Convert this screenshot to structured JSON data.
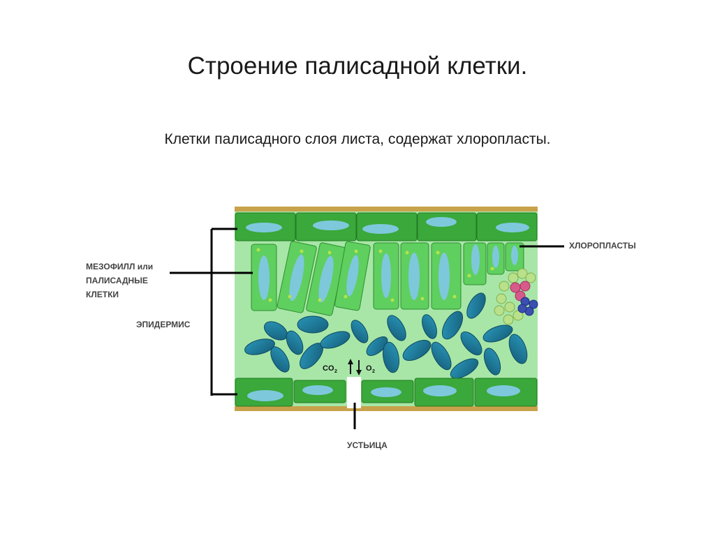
{
  "slide": {
    "title": "Строение палисадной клетки.",
    "subtitle": "Клетки палисадного слоя листа, содержат хлоропласты."
  },
  "diagram": {
    "labels": {
      "mesophyll_line1": "МЕЗОФИЛЛ или",
      "mesophyll_line2": "ПАЛИСАДНЫЕ",
      "mesophyll_line3": "КЛЕТКИ",
      "epidermis": "ЭПИДЕРМИС",
      "chloroplasts": "ХЛОРОПЛАСТЫ",
      "stoma": "УСТЬИЦА",
      "co2": "CO",
      "o2": "O",
      "subscript": "2"
    },
    "colors": {
      "cuticle": "#c8a24a",
      "epidermis_cell": "#3aa83a",
      "palisade_cell": "#5fcf5f",
      "vacuole": "#7ec8dc",
      "background_tissue": "#a8e6a8",
      "spongy_chloroplast": "#1f7fa0",
      "leader_line": "#000000"
    }
  }
}
